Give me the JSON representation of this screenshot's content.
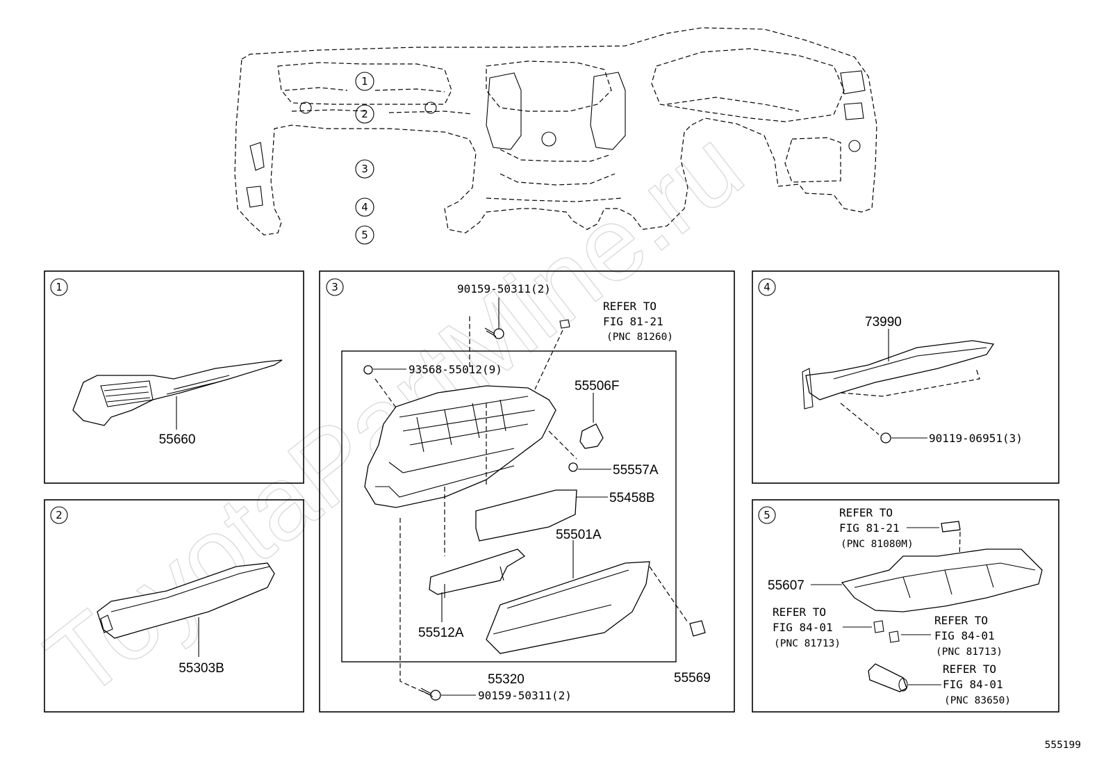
{
  "watermark": "ToyotaPartMine.ru",
  "diagram_id": "555199",
  "overview": {
    "callouts": [
      "1",
      "2",
      "3",
      "4",
      "5"
    ]
  },
  "panels": [
    {
      "id": "1",
      "parts": [
        {
          "number": "55660"
        }
      ]
    },
    {
      "id": "2",
      "parts": [
        {
          "number": "55303B"
        }
      ]
    },
    {
      "id": "3",
      "parts": [
        {
          "number": "90159-50311(2)"
        },
        {
          "number": "REFER TO",
          "line2": "FIG 81-21",
          "line3": "(PNC 81260)"
        },
        {
          "number": "93568-55012(9)"
        },
        {
          "number": "55506F"
        },
        {
          "number": "55557A"
        },
        {
          "number": "55458B"
        },
        {
          "number": "55501A"
        },
        {
          "number": "55512A"
        },
        {
          "number": "55320"
        },
        {
          "number": "55569"
        },
        {
          "number": "90159-50311(2)"
        }
      ]
    },
    {
      "id": "4",
      "parts": [
        {
          "number": "73990"
        },
        {
          "number": "90119-06951(3)"
        }
      ]
    },
    {
      "id": "5",
      "parts": [
        {
          "number": "REFER TO",
          "line2": "FIG 81-21",
          "line3": "(PNC 81080M)"
        },
        {
          "number": "55607"
        },
        {
          "number": "REFER TO",
          "line2": "FIG 84-01",
          "line3": "(PNC 81713)"
        },
        {
          "number": "REFER TO",
          "line2": "FIG 84-01",
          "line3": "(PNC 81713)"
        },
        {
          "number": "REFER TO",
          "line2": "FIG 84-01",
          "line3": "(PNC 83650)"
        }
      ]
    }
  ]
}
